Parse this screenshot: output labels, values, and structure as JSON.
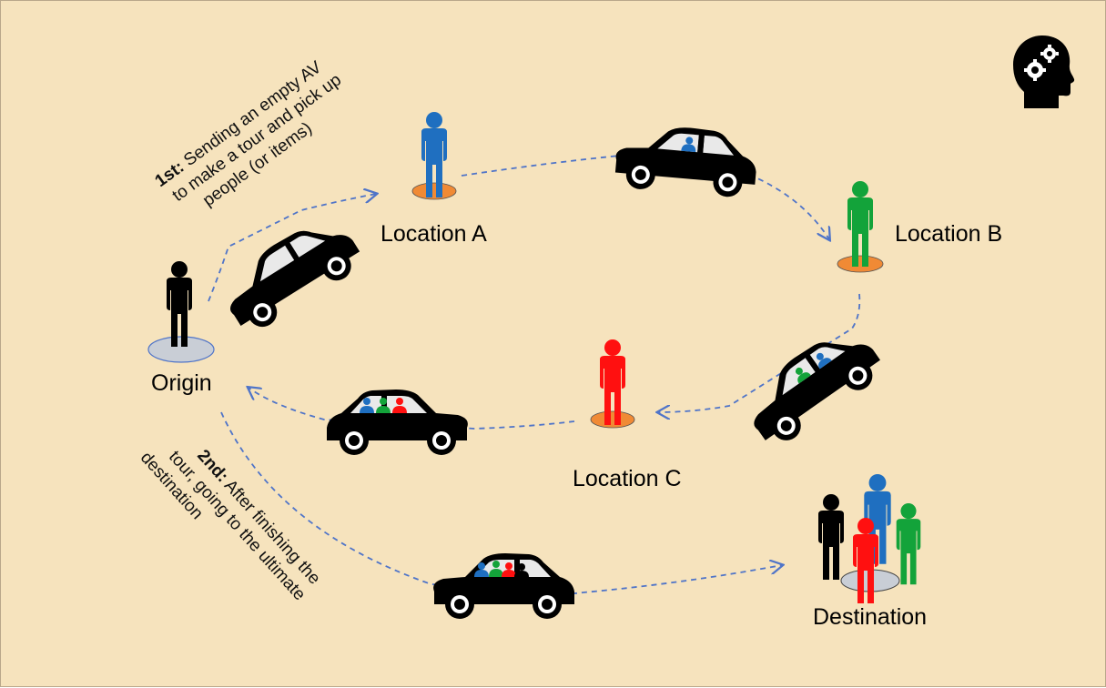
{
  "colors": {
    "background": "#f6e3bd",
    "arrow": "#4f74c8",
    "car": "#000000",
    "person_origin": "#000000",
    "person_a": "#1f6fc0",
    "person_b": "#13a33a",
    "person_c": "#ff1010",
    "platform_orange": "#f08a35",
    "platform_grey": "#c9ced6"
  },
  "icons": {
    "thinking": "head-with-gears-icon",
    "vehicle": "car-icon",
    "passenger": "person-icon"
  },
  "locations": {
    "origin": "Origin",
    "a": "Location A",
    "b": "Location B",
    "c": "Location C",
    "destination": "Destination"
  },
  "notes": {
    "first": {
      "bold": "1st:",
      "lines": [
        " Sending an empty AV",
        "to make a tour and pick up",
        "people (or items)"
      ]
    },
    "second": {
      "bold": "2nd:",
      "lines": [
        " After finishing the",
        "tour, going to the ultimate",
        "destination"
      ]
    }
  }
}
